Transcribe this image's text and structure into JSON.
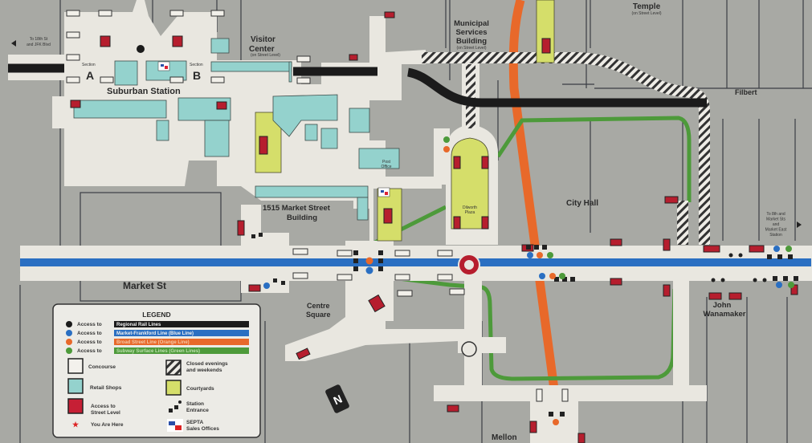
{
  "colors": {
    "background": "#a8a9a4",
    "concourse": "#e9e7e0",
    "regional_rail": "#1b1b1b",
    "blue_line": "#2a6fc2",
    "orange_line": "#e8692a",
    "green_line": "#4d9a3a",
    "retail": "#94d2cd",
    "courtyard": "#d5de6a",
    "street_access": "#b61e2e"
  },
  "labels": {
    "suburban_station": "Suburban Station",
    "section": "Section",
    "section_a": "A",
    "section_b": "B",
    "visitor_center": [
      "Visitor",
      "Center"
    ],
    "on_street_level": "(on Street Level)",
    "municipal_services": [
      "Municipal",
      "Services",
      "Building"
    ],
    "temple": "Temple",
    "filbert": "Filbert",
    "city_hall": "City Hall",
    "dilworth_plaza": [
      "Dilworth",
      "Plaza"
    ],
    "post_office": [
      "Post",
      "Office"
    ],
    "market_building": [
      "1515 Market Street",
      "Building"
    ],
    "market_st": "Market St",
    "centre_square": [
      "Centre",
      "Square"
    ],
    "john_wanamaker": [
      "John",
      "Wanamaker"
    ],
    "mellon": "Mellon",
    "to_18th": [
      "To 18th St",
      "and JFK Blvd"
    ],
    "to_8th": [
      "To 8th and",
      "Market Sts",
      "and",
      "Market East",
      "Station"
    ]
  },
  "legend": {
    "title": "LEGEND",
    "lines": [
      {
        "prefix": "Access to",
        "label": "Regional Rail Lines",
        "color": "#1b1b1b"
      },
      {
        "prefix": "Access to",
        "label": "Market-Frankford Line (Blue Line)",
        "color": "#2a6fc2"
      },
      {
        "prefix": "Access to",
        "label": "Broad Street Line (Orange Line)",
        "color": "#e8692a"
      },
      {
        "prefix": "Access to",
        "label": "Subway Surface Lines (Green Lines)",
        "color": "#4d9a3a"
      }
    ],
    "concourse": "Concourse",
    "closed": [
      "Closed evenings",
      "and weekends"
    ],
    "retail": "Retail Shops",
    "courtyards": "Courtyards",
    "street_access": [
      "Access to",
      "Street Level"
    ],
    "station_entrance": [
      "Station",
      "Entrance"
    ],
    "you_are_here": "You Are Here",
    "septa": [
      "SEPTA",
      "Sales Offices"
    ]
  }
}
